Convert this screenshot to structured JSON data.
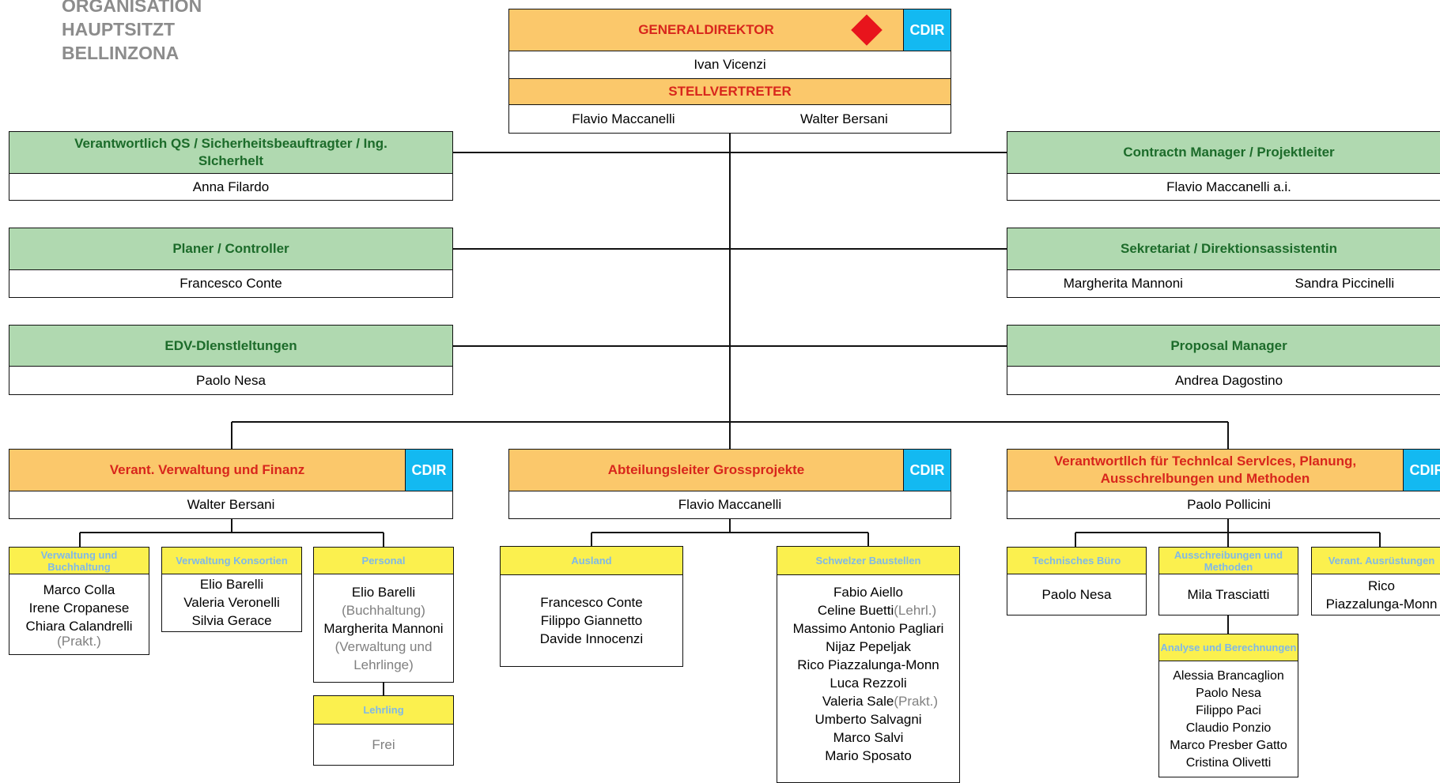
{
  "org_title": [
    "ORGANISATION",
    "HAUPTSITZT",
    "BELLINZONA"
  ],
  "badge": "CDIR",
  "colors": {
    "orange": "#fbc86b",
    "green": "#b0d9b0",
    "yellow": "#fbf04e",
    "cdir": "#13b9f1",
    "red_text": "#d8261c"
  },
  "ceo": {
    "title": "GENERALDIREKTOR",
    "name": "Ivan Vicenzi",
    "deputy_title": "STELLVERTRETER",
    "deputies": [
      "Flavio Maccanelli",
      "Walter Bersani"
    ]
  },
  "staff_left": [
    {
      "title": "Verantwortlich QS / Sicherheitsbeauftragter / Ing. SIcherhelt",
      "name": "Anna Filardo"
    },
    {
      "title": "Planer / Controller",
      "name": "Francesco Conte"
    },
    {
      "title": "EDV-Dlenstleltungen",
      "name": "Paolo Nesa"
    }
  ],
  "staff_right": [
    {
      "title": "Contractn Manager / Projektleiter",
      "names": [
        "Flavio Maccanelli a.i."
      ]
    },
    {
      "title": "Sekretariat / Direktionsassistentin",
      "names": [
        "Margherita Mannoni",
        "Sandra Piccinelli"
      ]
    },
    {
      "title": "Proposal Manager",
      "names": [
        "Andrea Dagostino"
      ]
    }
  ],
  "departments": [
    {
      "title": "Verant. Verwaltung und Finanz",
      "name": "Walter Bersani"
    },
    {
      "title": "Abteilungsleiter Grossprojekte",
      "name": "Flavio Maccanelli"
    },
    {
      "title": "Verantwortllch für Technlcal Servlces, Planung, Ausschrelbungen und Methoden",
      "name": "Paolo Pollicini"
    }
  ],
  "units": {
    "verwaltung_buchhaltung": {
      "title": "Verwaltung und Buchhaltung",
      "members": [
        "Marco Colla",
        "Irene Cropanese",
        "Chiara Calandrelli"
      ],
      "note": "(Prakt.)"
    },
    "verwaltung_konsortien": {
      "title": "Verwaltung Konsortien",
      "members": [
        "Elio Barelli",
        "Valeria Veronelli",
        "Silvia Gerace"
      ]
    },
    "personal": {
      "title": "Personal",
      "lines": [
        "Elio Barelli",
        "(Buchhaltung)",
        "Margherita Mannoni",
        "(Verwaltung und",
        "Lehrlinge)"
      ]
    },
    "lehrling": {
      "title": "Lehrling",
      "value": "Frei"
    },
    "ausland": {
      "title": "Ausland",
      "members": [
        "Francesco Conte",
        "Filippo Giannetto",
        "Davide Innocenzi"
      ]
    },
    "schweizer": {
      "title": "Schwelzer Baustellen",
      "members": [
        "Fabio Aiello",
        "Celine Buetti",
        "Massimo Antonio Pagliari",
        "Nijaz Pepeljak",
        "Rico Piazzalunga-Monn",
        "Luca Rezzoli",
        "Valeria Sale",
        "Umberto Salvagni",
        "Marco Salvi",
        "Mario Sposato"
      ],
      "note_lehrl": "(Lehrl.)",
      "note_prakt": "(Prakt.)"
    },
    "technisches_buero": {
      "title": "Technisches Büro",
      "members": [
        "Paolo Nesa"
      ]
    },
    "ausschreibungen": {
      "title": "Ausschreibungen und Methoden",
      "members": [
        "Mila Trasciatti"
      ]
    },
    "ausruestungen": {
      "title": "Verant. Ausrüstungen",
      "members": [
        "Rico",
        "Piazzalunga-Monn"
      ]
    },
    "analyse": {
      "title": "Analyse und Berechnungen",
      "members": [
        "Alessia Brancaglion",
        "Paolo Nesa",
        "Filippo Paci",
        "Claudio Ponzio",
        "Marco Presber Gatto",
        "Cristina Olivetti"
      ]
    }
  }
}
